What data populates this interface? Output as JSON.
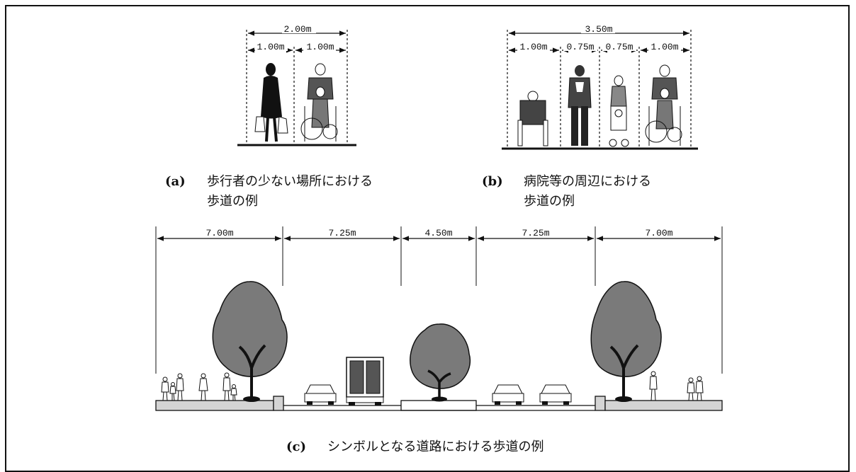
{
  "panel_a": {
    "total": "2.00m",
    "sub": [
      "1.00m",
      "1.00m"
    ],
    "label": "(a)",
    "caption_line1": "歩行者の少ない場所における",
    "caption_line2": "歩道の例"
  },
  "panel_b": {
    "total": "3.50m",
    "sub": [
      "1.00m",
      "0.75m",
      "0.75m",
      "1.00m"
    ],
    "label": "(b)",
    "caption_line1": "病院等の周辺における",
    "caption_line2": "歩道の例"
  },
  "panel_c": {
    "dims": [
      "7.00m",
      "7.25m",
      "4.50m",
      "7.25m",
      "7.00m"
    ],
    "label": "(c)",
    "caption": "シンボルとなる道路における歩道の例"
  },
  "colors": {
    "tree": "#7a7a7a",
    "line": "#111111",
    "ground": "#d4d4d4"
  }
}
